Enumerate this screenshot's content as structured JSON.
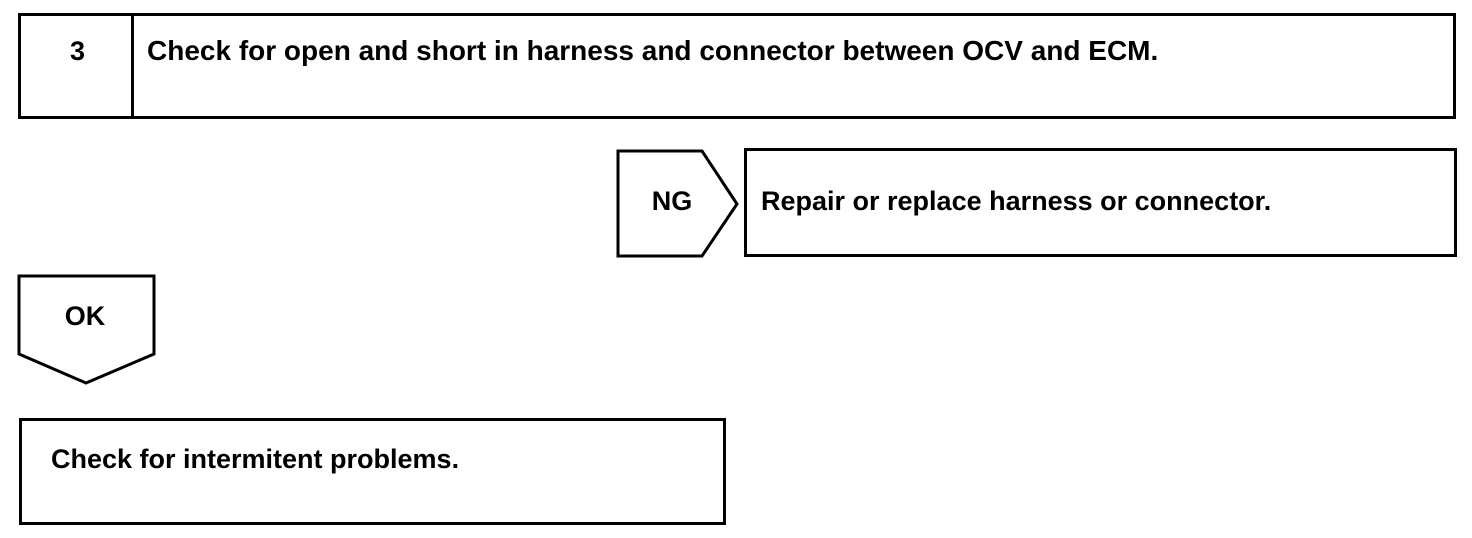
{
  "step": {
    "number": "3",
    "title": "Check for open and short in harness and connector between OCV and ECM."
  },
  "ng_branch": {
    "label": "NG",
    "result": "Repair or replace harness or connector."
  },
  "ok_branch": {
    "label": "OK",
    "result": "Check for intermitent problems."
  },
  "colors": {
    "line": "#000000",
    "background": "#ffffff"
  }
}
